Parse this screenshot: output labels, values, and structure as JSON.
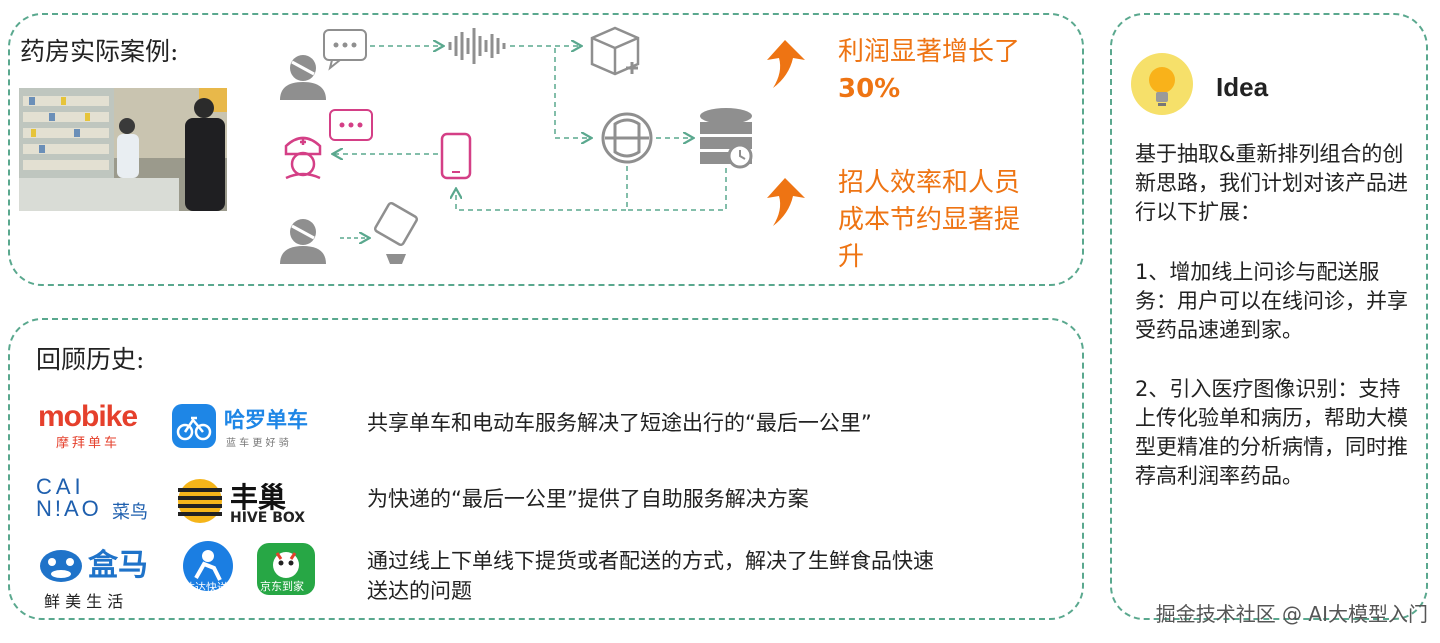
{
  "case_panel": {
    "heading": "药房实际案例:",
    "results": [
      {
        "line1": "利润显著增长了",
        "line2": "30%"
      },
      {
        "line1": "招人效率和人员",
        "line2": "成本节约显著提",
        "line3": "升"
      }
    ]
  },
  "history_panel": {
    "heading": "回顾历史:",
    "rows": [
      {
        "text": "共享单车和电动车服务解决了短途出行的“最后一公里”"
      },
      {
        "text": "为快递的“最后一公里”提供了自助服务解决方案"
      },
      {
        "text_line1": "通过线上下单线下提货或者配送的方式，解决了生鲜食品快速",
        "text_line2": "送达的问题"
      }
    ],
    "logos": {
      "mobike": "mobike",
      "mobike_cn": "摩拜单车",
      "hellobike": "哈罗单车",
      "hellobike_sub": "蓝 车 更 好 骑",
      "cainiao_1": "CAI",
      "cainiao_2": "N!AO",
      "cainiao_cn": "菜鸟",
      "hivebox_cn": "丰巢",
      "hivebox_en": "HIVE BOX",
      "hema": "盒马",
      "hema_sub": "鲜 美 生 活",
      "dada": "达达快送",
      "jd": "京东到家"
    }
  },
  "idea_panel": {
    "title": "Idea",
    "intro": "基于抽取&重新排列组合的创新思路，我们计划对该产品进行以下扩展：",
    "item1": "1、增加线上问诊与配送服务：用户可以在线问诊，并享受药品速递到家。",
    "item2": "2、引入医疗图像识别：支持上传化验单和病历，帮助大模型更精准的分析病情，同时推荐高利润率药品。"
  },
  "watermark": "掘金技术社区 @ AI大模型入门",
  "colors": {
    "accent": "#ee7413",
    "border": "#5aa88e",
    "pink": "#d43f86",
    "gray": "#8f8f8f"
  }
}
